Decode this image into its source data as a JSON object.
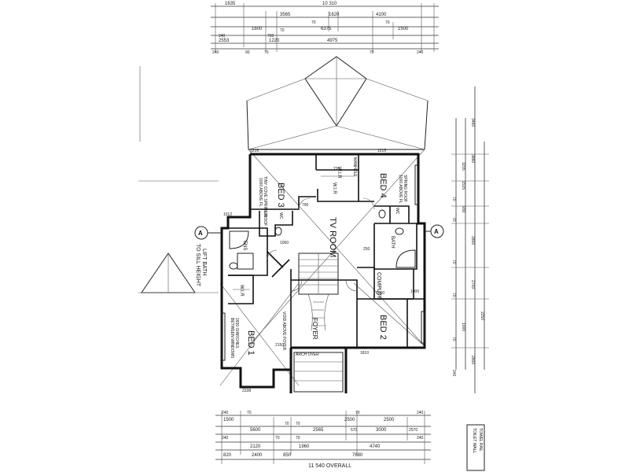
{
  "rooms": {
    "bed3": "BED 3",
    "bed4": "BED 4",
    "tv_room": "TV ROOM",
    "bed1": "BED 1",
    "bed2": "BED 2",
    "foyer": "FOYER",
    "computer": "COMPUTR",
    "bath": "BATH",
    "ensuite": "ENS",
    "wir1": "W.I.R",
    "wir2": "W.I.R",
    "wir3": "W.I.R",
    "lin": "LIN",
    "wc": "WC",
    "wc2": "WC"
  },
  "notes": {
    "lift": "LIFT BATH",
    "sill": "TO SILL HEIGHT",
    "manhole": "MANHOLE",
    "bed3_note": "TINY COVE SPRING ROOF",
    "bed3_note2": "1000 ABOVE FL",
    "bed4_note": "SPRING ROOF",
    "bed4_note2": "1000 ABOVE FL",
    "arch": "ARCH OVER",
    "bed1_note": "1830 O/ARCHES",
    "bed1_note2": "BETWEEN WINDOWS",
    "foyer_note": "VOID ABOVE FOYER",
    "overall_bottom": "11 540 OVERALL",
    "section_marker": "A",
    "title_block1": "TOILET WALL",
    "title_block2": "TOWEL RAIL"
  },
  "dims_top": {
    "r1": [
      "1635",
      "10 310"
    ],
    "r2": [
      "3565",
      "1620",
      "4100"
    ],
    "r3": [
      "70",
      "70"
    ],
    "r4": [
      "1600",
      "6375",
      "1500"
    ],
    "r5": [
      "240",
      "760",
      "70"
    ],
    "r6": [
      "2553",
      "1220",
      "4975"
    ],
    "r7": [
      "240",
      "90",
      "70",
      "70",
      "240"
    ]
  },
  "dims_bottom": {
    "r1": [
      "240",
      "70",
      "70",
      "240"
    ],
    "r2": [
      "1500",
      "2500",
      "2500"
    ],
    "r3": [
      "5600",
      "70",
      "70",
      "2565",
      "570",
      "3000",
      "2570"
    ],
    "r4": [
      "240",
      "70",
      "70",
      "240"
    ],
    "r5": [
      "2120",
      "1960",
      "4740"
    ],
    "r6": [
      "820",
      "2400",
      "850",
      "7680"
    ]
  },
  "dims_right": [
    "3460",
    "3880",
    "1155",
    "1515",
    "70",
    "930",
    "70",
    "2800",
    "70",
    "2700",
    "70",
    "2250",
    "1000",
    "70",
    "2800",
    "240"
  ],
  "dims_internal": [
    "1216",
    "1215",
    "1012",
    "1810",
    "2338",
    "720",
    "790",
    "1060",
    "1000",
    "2150",
    "250",
    "1000"
  ]
}
